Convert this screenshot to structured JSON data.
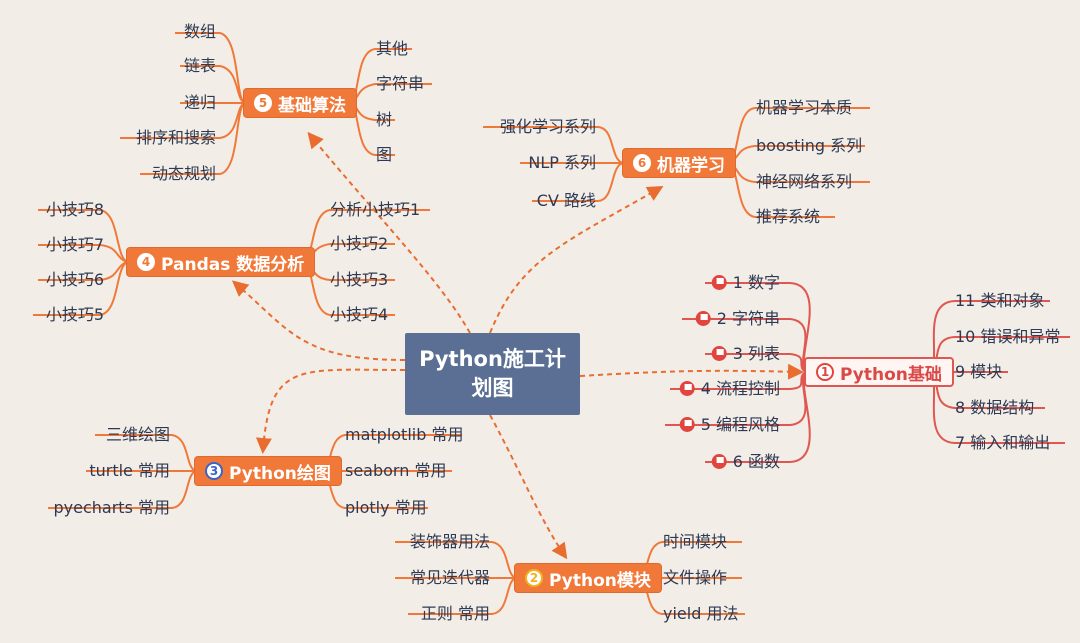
{
  "center": {
    "label_line1": "Python施工计",
    "label_line2": "划图"
  },
  "nodes": {
    "basic_algo": {
      "number": "5",
      "label": "基础算法"
    },
    "ml": {
      "number": "6",
      "label": "机器学习"
    },
    "pandas": {
      "number": "4",
      "label": "Pandas 数据分析"
    },
    "python_basic": {
      "number": "1",
      "label": "Python基础"
    },
    "plot": {
      "number": "3",
      "label": "Python绘图"
    },
    "modules": {
      "number": "2",
      "label": "Python模块"
    }
  },
  "leaves": {
    "basic_algo_left": [
      "数组",
      "链表",
      "递归",
      "排序和搜索",
      "动态规划"
    ],
    "basic_algo_right": [
      "其他",
      "字符串",
      "树",
      "图"
    ],
    "ml_left": [
      "强化学习系列",
      "NLP 系列",
      "CV 路线"
    ],
    "ml_right": [
      "机器学习本质",
      "boosting 系列",
      "神经网络系列",
      "推荐系统"
    ],
    "pandas_left": [
      "小技巧8",
      "小技巧7",
      "小技巧6",
      "小技巧5"
    ],
    "pandas_right": [
      "分析小技巧1",
      "小技巧2",
      "小技巧3",
      "小技巧4"
    ],
    "python_basic_left": [
      "1 数字",
      "2 字符串",
      "3 列表",
      "4 流程控制",
      "5 编程风格",
      "6 函数"
    ],
    "python_basic_right": [
      "11 类和对象",
      "10 错误和异常",
      "9 模块",
      "8 数据结构",
      "7 输入和输出"
    ],
    "plot_left": [
      "三维绘图",
      "turtle 常用",
      "pyecharts 常用"
    ],
    "plot_right": [
      "matplotlib 常用",
      "seaborn 常用",
      "plotly 常用"
    ],
    "modules_left": [
      "装饰器用法",
      "常见迭代器",
      "正则 常用"
    ],
    "modules_right": [
      "时间模块",
      "文件操作",
      "yield 用法"
    ]
  },
  "colors": {
    "background": "#f2eee7",
    "node": "#f0793a",
    "center": "#5a6f93",
    "red": "#e05650",
    "text": "#2e3a53"
  }
}
